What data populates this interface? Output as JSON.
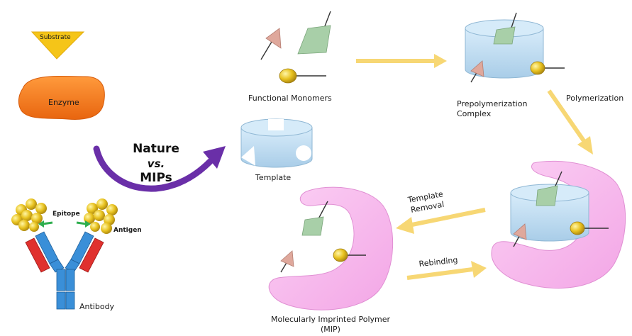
{
  "nature": {
    "substrate": "Substrate",
    "enzyme": "Enzyme",
    "epitope": "Epitope",
    "antigen": "Antigen",
    "antibody": "Antibody"
  },
  "comparison": {
    "line1": "Nature",
    "line2": "vs.",
    "line3": "MIPs"
  },
  "process": {
    "functional_monomers": "Functional Monomers",
    "template": "Template",
    "prepolymerization_line1": "Prepolymerization",
    "prepolymerization_line2": "Complex",
    "polymerization": "Polymerization",
    "template_removal_line1": "Template",
    "template_removal_line2": "Removal",
    "rebinding": "Rebinding",
    "mip_line1": "Molecularly Imprinted Polymer",
    "mip_line2": "(MIP)"
  },
  "colors": {
    "substrate": "#f5c518",
    "enzyme": "#f47a1f",
    "antigen": "#f2c21b",
    "antibody_blue": "#3a8fd8",
    "antibody_red": "#e0312e",
    "template": "#b9d9f0",
    "cone": "#dfa89c",
    "diamond": "#a8cfa8",
    "bead": "#e0b820",
    "polymer": "#f7b8ec",
    "arrow": "#f7d774",
    "curved_arrow": "#6a2fa8",
    "epitope_arrow": "#2fae4f"
  }
}
